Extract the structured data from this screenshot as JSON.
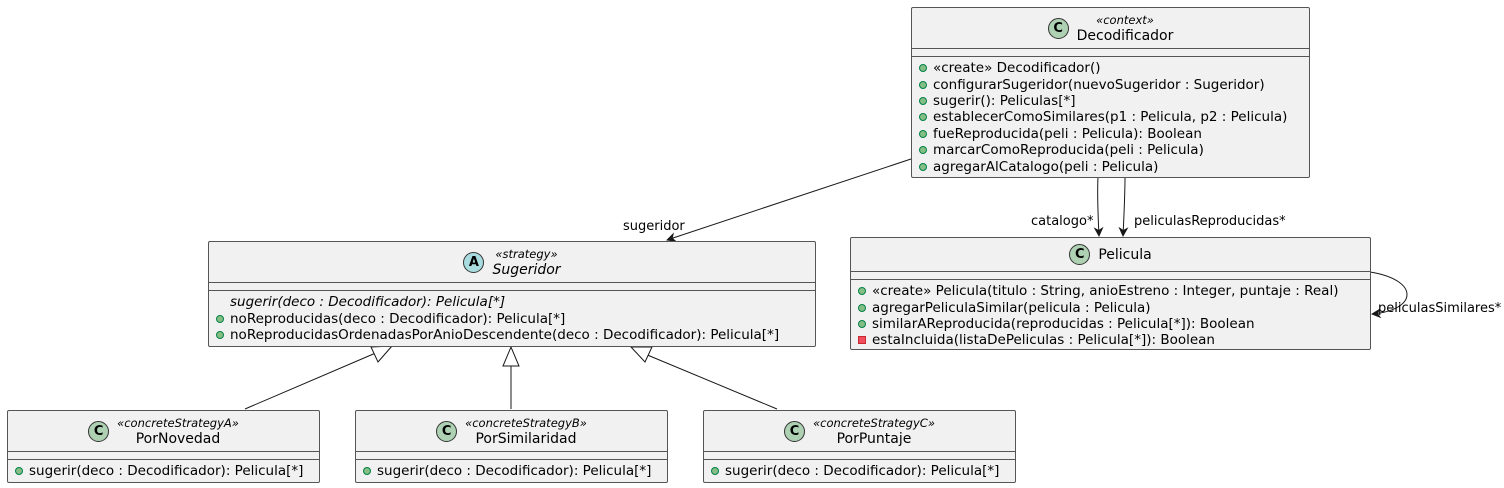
{
  "classes": {
    "decodificador": {
      "kind": "C",
      "stereotype": "«context»",
      "name": "Decodificador",
      "operations": [
        {
          "vis": "public",
          "text": "«create» Decodificador()"
        },
        {
          "vis": "public",
          "text": "configurarSugeridor(nuevoSugeridor : Sugeridor)"
        },
        {
          "vis": "public",
          "text": "sugerir(): Peliculas[*]"
        },
        {
          "vis": "public",
          "text": "establecerComoSimilares(p1 : Pelicula, p2 : Pelicula)"
        },
        {
          "vis": "public",
          "text": "fueReproducida(peli : Pelicula): Boolean"
        },
        {
          "vis": "public",
          "text": "marcarComoReproducida(peli : Pelicula)"
        },
        {
          "vis": "public",
          "text": "agregarAlCatalogo(peli : Pelicula)"
        }
      ]
    },
    "sugeridor": {
      "kind": "A",
      "stereotype": "«strategy»",
      "name": "Sugeridor",
      "operations": [
        {
          "vis": "abstract",
          "text": "sugerir(deco : Decodificador): Pelicula[*]"
        },
        {
          "vis": "public",
          "text": "noReproducidas(deco : Decodificador): Pelicula[*]"
        },
        {
          "vis": "public",
          "text": "noReproducidasOrdenadasPorAnioDescendente(deco : Decodificador): Pelicula[*]"
        }
      ]
    },
    "pelicula": {
      "kind": "C",
      "stereotype": "",
      "name": "Pelicula",
      "operations": [
        {
          "vis": "public",
          "text": "«create» Pelicula(titulo : String, anioEstreno : Integer, puntaje : Real)"
        },
        {
          "vis": "public",
          "text": "agregarPeliculaSimilar(pelicula : Pelicula)"
        },
        {
          "vis": "public",
          "text": "similarAReproducida(reproducidas : Pelicula[*]): Boolean"
        },
        {
          "vis": "private",
          "text": "estaIncluida(listaDePeliculas : Pelicula[*]): Boolean"
        }
      ]
    },
    "porNovedad": {
      "kind": "C",
      "stereotype": "«concreteStrategyA»",
      "name": "PorNovedad",
      "operations": [
        {
          "vis": "public",
          "text": "sugerir(deco : Decodificador): Pelicula[*]"
        }
      ]
    },
    "porSimilaridad": {
      "kind": "C",
      "stereotype": "«concreteStrategyB»",
      "name": "PorSimilaridad",
      "operations": [
        {
          "vis": "public",
          "text": "sugerir(deco : Decodificador): Pelicula[*]"
        }
      ]
    },
    "porPuntaje": {
      "kind": "C",
      "stereotype": "«concreteStrategyC»",
      "name": "PorPuntaje",
      "operations": [
        {
          "vis": "public",
          "text": "sugerir(deco : Decodificador): Pelicula[*]"
        }
      ]
    }
  },
  "edges": {
    "sugeridor": "sugeridor",
    "catalogo": "catalogo*",
    "reproducidas": "peliculasReproducidas*",
    "similares": "peliculasSimilares*"
  }
}
